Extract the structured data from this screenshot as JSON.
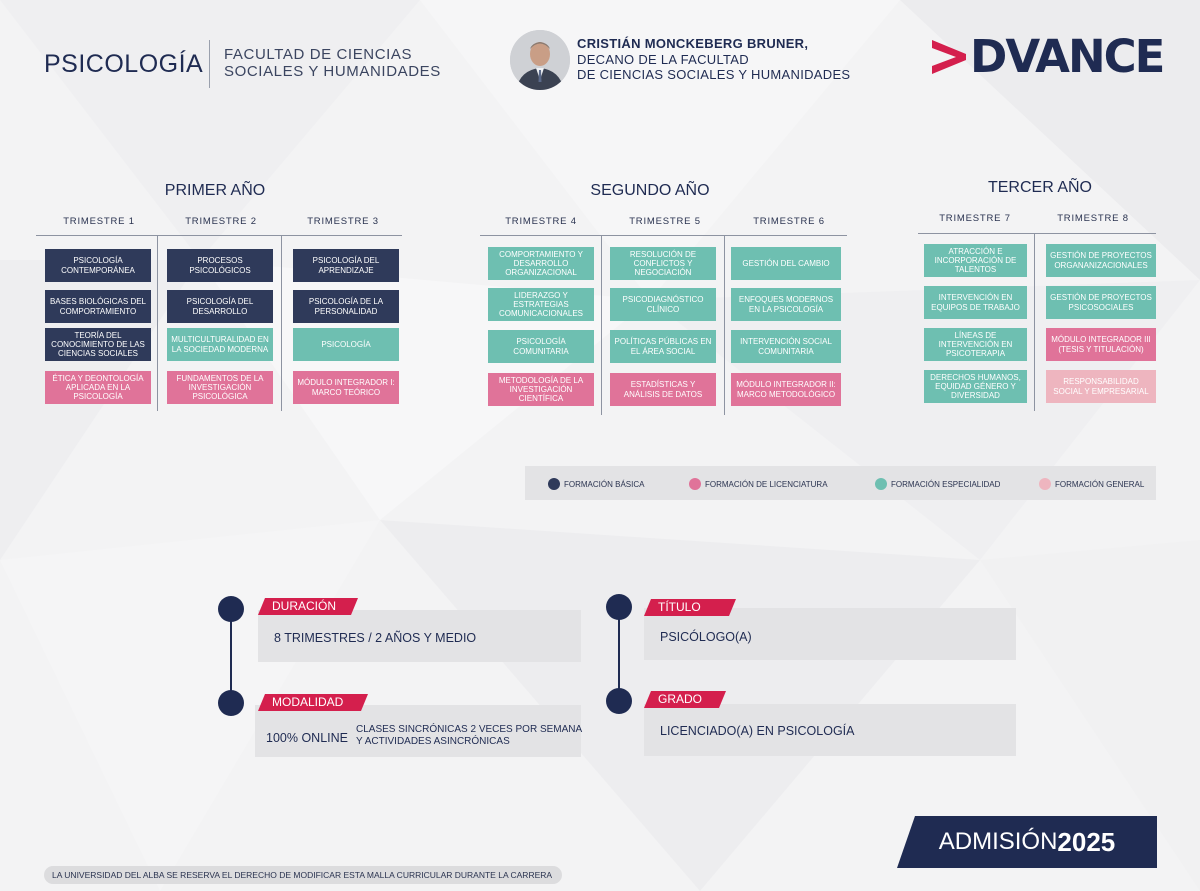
{
  "header": {
    "program": "PSICOLOGÍA",
    "faculty_line1": "FACULTAD DE CIENCIAS",
    "faculty_line2": "SOCIALES Y HUMANIDADES",
    "dean_name": "CRISTIÁN MONCKEBERG BRUNER,",
    "dean_role_line1": "DECANO DE LA FACULTAD",
    "dean_role_line2": "DE CIENCIAS SOCIALES Y HUMANIDADES",
    "logo_text": "DVANCE",
    "logo_icon": "chevron-right-logo-icon",
    "brand_color": "#1f2b52",
    "accent_color": "#d41f4d"
  },
  "years": [
    {
      "title": "PRIMER AÑO",
      "trimesters": [
        {
          "label": "TRIMESTRE 1",
          "courses": [
            {
              "name": "PSICOLOGÍA CONTEMPORÁNEA",
              "type": "basic"
            },
            {
              "name": "BASES BIOLÓGICAS DEL COMPORTAMIENTO",
              "type": "basic"
            },
            {
              "name": "TEORÍA DEL CONOCIMIENTO DE LAS CIENCIAS SOCIALES",
              "type": "basic"
            },
            {
              "name": "ÉTICA Y DEONTOLOGÍA APLICADA EN LA PSICOLOGÍA",
              "type": "lic"
            }
          ]
        },
        {
          "label": "TRIMESTRE 2",
          "courses": [
            {
              "name": "PROCESOS PSICOLÓGICOS",
              "type": "basic"
            },
            {
              "name": "PSICOLOGÍA DEL DESARROLLO",
              "type": "basic"
            },
            {
              "name": "MULTICULTURALIDAD EN LA SOCIEDAD MODERNA",
              "type": "esp"
            },
            {
              "name": "FUNDAMENTOS DE LA INVESTIGACIÓN PSICOLÓGICA",
              "type": "lic"
            }
          ]
        },
        {
          "label": "TRIMESTRE 3",
          "courses": [
            {
              "name": "PSICOLOGÍA DEL APRENDIZAJE",
              "type": "basic"
            },
            {
              "name": "PSICOLOGÍA DE LA PERSONALIDAD",
              "type": "basic"
            },
            {
              "name": "PSICOLOGÍA",
              "type": "esp"
            },
            {
              "name": "MÓDULO INTEGRADOR I: MARCO TEÓRICO",
              "type": "lic"
            }
          ]
        }
      ]
    },
    {
      "title": "SEGUNDO AÑO",
      "trimesters": [
        {
          "label": "TRIMESTRE 4",
          "courses": [
            {
              "name": "COMPORTAMIENTO Y DESARROLLO ORGANIZACIONAL",
              "type": "esp"
            },
            {
              "name": "LIDERAZGO Y ESTRATEGIAS COMUNICACIONALES",
              "type": "esp"
            },
            {
              "name": "PSICOLOGÍA COMUNITARIA",
              "type": "esp"
            },
            {
              "name": "METODOLOGÍA DE LA INVESTIGACIÓN CIENTÍFICA",
              "type": "lic"
            }
          ]
        },
        {
          "label": "TRIMESTRE 5",
          "courses": [
            {
              "name": "RESOLUCIÓN DE CONFLICTOS Y NEGOCIACIÓN",
              "type": "esp"
            },
            {
              "name": "PSICODIAGNÓSTICO CLÍNICO",
              "type": "esp"
            },
            {
              "name": "POLÍTICAS PÚBLICAS EN EL ÁREA SOCIAL",
              "type": "esp"
            },
            {
              "name": "ESTADÍSTICAS Y ANÁLISIS DE DATOS",
              "type": "lic"
            }
          ]
        },
        {
          "label": "TRIMESTRE 6",
          "courses": [
            {
              "name": "GESTIÓN DEL CAMBIO",
              "type": "esp"
            },
            {
              "name": "ENFOQUES MODERNOS EN LA PSICOLOGÍA",
              "type": "esp"
            },
            {
              "name": "INTERVENCIÓN SOCIAL COMUNITARIA",
              "type": "esp"
            },
            {
              "name": "MÓDULO INTEGRADOR II: MARCO METODOLÓGICO",
              "type": "lic"
            }
          ]
        }
      ]
    },
    {
      "title": "TERCER AÑO",
      "trimesters": [
        {
          "label": "TRIMESTRE 7",
          "courses": [
            {
              "name": "ATRACCIÓN E INCORPORACIÓN DE TALENTOS",
              "type": "esp"
            },
            {
              "name": "INTERVENCIÓN EN EQUIPOS DE TRABAJO",
              "type": "esp"
            },
            {
              "name": "LÍNEAS DE INTERVENCIÓN EN PSICOTERAPIA",
              "type": "esp"
            },
            {
              "name": "DERECHOS HUMANOS, EQUIDAD GÉNERO Y DIVERSIDAD",
              "type": "esp"
            }
          ]
        },
        {
          "label": "TRIMESTRE 8",
          "courses": [
            {
              "name": "GESTIÓN DE PROYECTOS ORGANANIZACIONALES",
              "type": "esp"
            },
            {
              "name": "GESTIÓN DE PROYECTOS PSICOSOCIALES",
              "type": "esp"
            },
            {
              "name": "MÓDULO INTEGRADOR III (TESIS Y TITULACIÓN)",
              "type": "lic"
            },
            {
              "name": "RESPONSABILIDAD SOCIAL Y EMPRESARIAL",
              "type": "gen"
            }
          ]
        }
      ]
    }
  ],
  "legend": [
    {
      "label": "FORMACIÓN BÁSICA",
      "color": "#2f3a5a"
    },
    {
      "label": "FORMACIÓN DE LICENCIATURA",
      "color": "#e07399"
    },
    {
      "label": "FORMACIÓN ESPECIALIDAD",
      "color": "#6ebfb1"
    },
    {
      "label": "FORMACIÓN GENERAL",
      "color": "#eeb5bf"
    }
  ],
  "info": {
    "duracion_label": "DURACIÓN",
    "duracion_value": "8 TRIMESTRES / 2 AÑOS Y MEDIO",
    "modalidad_label": "MODALIDAD",
    "modalidad_value": "100% ONLINE",
    "modalidad_detail_line1": "CLASES SINCRÓNICAS 2 VECES POR SEMANA",
    "modalidad_detail_line2": "Y ACTIVIDADES ASINCRÓNICAS",
    "titulo_label": "TÍTULO",
    "titulo_value": "PSICÓLOGO(A)",
    "grado_label": "GRADO",
    "grado_value": "LICENCIADO(A) EN PSICOLOGÍA"
  },
  "admission": {
    "label": "ADMISIÓN",
    "year": "2025"
  },
  "disclaimer": "LA UNIVERSIDAD DEL ALBA SE RESERVA EL DERECHO DE MODIFICAR ESTA MALLA CURRICULAR DURANTE LA CARRERA"
}
